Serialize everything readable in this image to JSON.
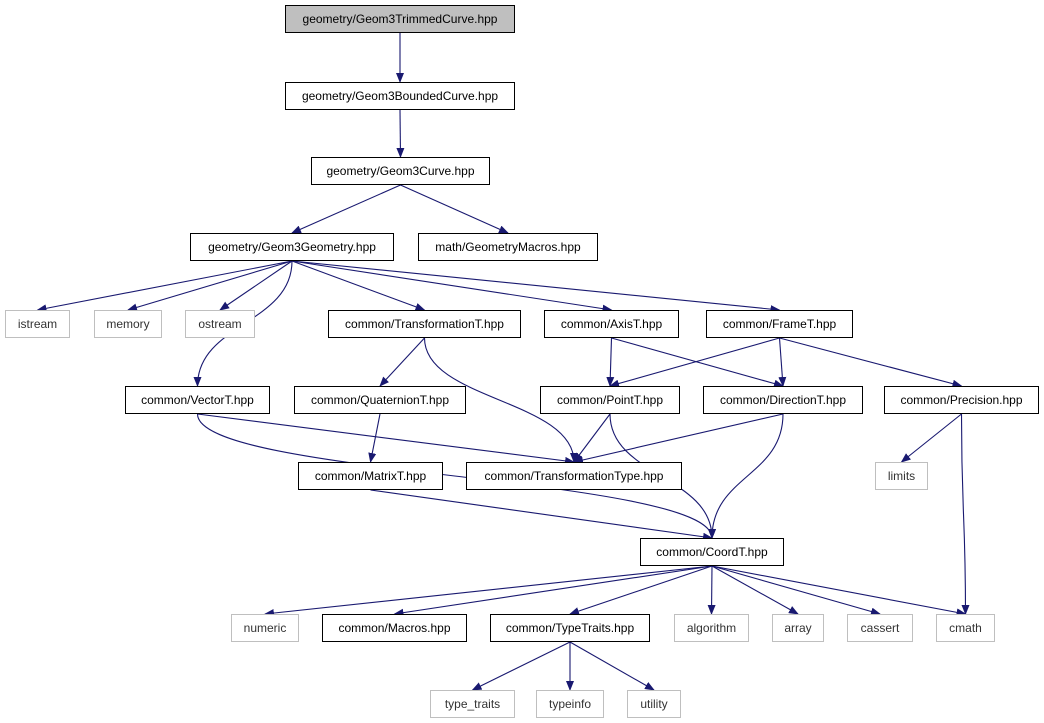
{
  "colors": {
    "edge": "#191970",
    "root_fill": "#bfbfbf",
    "node_border": "#000000",
    "external_border": "#bfbfbf",
    "background": "#ffffff"
  },
  "nodes": {
    "trimmed": {
      "label": "geometry/Geom3TrimmedCurve.hpp",
      "kind": "root"
    },
    "bounded": {
      "label": "geometry/Geom3BoundedCurve.hpp",
      "kind": "file"
    },
    "curve": {
      "label": "geometry/Geom3Curve.hpp",
      "kind": "file"
    },
    "geometry": {
      "label": "geometry/Geom3Geometry.hpp",
      "kind": "file"
    },
    "geommacros": {
      "label": "math/GeometryMacros.hpp",
      "kind": "file"
    },
    "istream": {
      "label": "istream",
      "kind": "external"
    },
    "memory": {
      "label": "memory",
      "kind": "external"
    },
    "ostream": {
      "label": "ostream",
      "kind": "external"
    },
    "transformation": {
      "label": "common/TransformationT.hpp",
      "kind": "file"
    },
    "axis": {
      "label": "common/AxisT.hpp",
      "kind": "file"
    },
    "frame": {
      "label": "common/FrameT.hpp",
      "kind": "file"
    },
    "vector": {
      "label": "common/VectorT.hpp",
      "kind": "file"
    },
    "quaternion": {
      "label": "common/QuaternionT.hpp",
      "kind": "file"
    },
    "point": {
      "label": "common/PointT.hpp",
      "kind": "file"
    },
    "direction": {
      "label": "common/DirectionT.hpp",
      "kind": "file"
    },
    "precision": {
      "label": "common/Precision.hpp",
      "kind": "file"
    },
    "matrix": {
      "label": "common/MatrixT.hpp",
      "kind": "file"
    },
    "transtype": {
      "label": "common/TransformationType.hpp",
      "kind": "file"
    },
    "limits": {
      "label": "limits",
      "kind": "external"
    },
    "coord": {
      "label": "common/CoordT.hpp",
      "kind": "file"
    },
    "numeric": {
      "label": "numeric",
      "kind": "external"
    },
    "macros": {
      "label": "common/Macros.hpp",
      "kind": "file"
    },
    "typetraits": {
      "label": "common/TypeTraits.hpp",
      "kind": "file"
    },
    "algorithm": {
      "label": "algorithm",
      "kind": "external"
    },
    "array": {
      "label": "array",
      "kind": "external"
    },
    "cassert": {
      "label": "cassert",
      "kind": "external"
    },
    "cmath": {
      "label": "cmath",
      "kind": "external"
    },
    "type_traits": {
      "label": "type_traits",
      "kind": "external"
    },
    "typeinfo": {
      "label": "typeinfo",
      "kind": "external"
    },
    "utility": {
      "label": "utility",
      "kind": "external"
    }
  },
  "edges": [
    [
      "trimmed",
      "bounded"
    ],
    [
      "bounded",
      "curve"
    ],
    [
      "curve",
      "geometry"
    ],
    [
      "curve",
      "geommacros"
    ],
    [
      "geometry",
      "istream"
    ],
    [
      "geometry",
      "memory"
    ],
    [
      "geometry",
      "ostream"
    ],
    [
      "geometry",
      "vector"
    ],
    [
      "geometry",
      "transformation"
    ],
    [
      "geometry",
      "axis"
    ],
    [
      "geometry",
      "frame"
    ],
    [
      "transformation",
      "quaternion"
    ],
    [
      "transformation",
      "transtype"
    ],
    [
      "axis",
      "point"
    ],
    [
      "axis",
      "direction"
    ],
    [
      "frame",
      "point"
    ],
    [
      "frame",
      "direction"
    ],
    [
      "frame",
      "precision"
    ],
    [
      "vector",
      "transtype"
    ],
    [
      "vector",
      "coord"
    ],
    [
      "quaternion",
      "matrix"
    ],
    [
      "point",
      "transtype"
    ],
    [
      "point",
      "coord"
    ],
    [
      "direction",
      "transtype"
    ],
    [
      "direction",
      "coord"
    ],
    [
      "precision",
      "limits"
    ],
    [
      "precision",
      "cmath"
    ],
    [
      "matrix",
      "coord"
    ],
    [
      "coord",
      "numeric"
    ],
    [
      "coord",
      "macros"
    ],
    [
      "coord",
      "typetraits"
    ],
    [
      "coord",
      "algorithm"
    ],
    [
      "coord",
      "array"
    ],
    [
      "coord",
      "cassert"
    ],
    [
      "coord",
      "cmath"
    ],
    [
      "typetraits",
      "type_traits"
    ],
    [
      "typetraits",
      "typeinfo"
    ],
    [
      "typetraits",
      "utility"
    ]
  ]
}
